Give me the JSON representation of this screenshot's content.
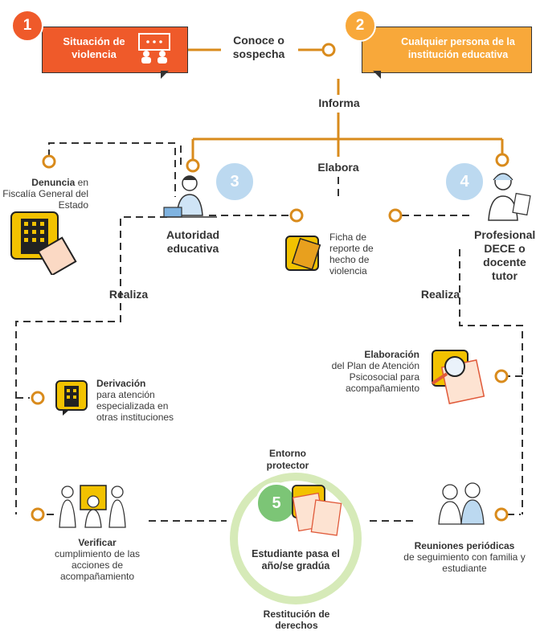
{
  "step1": {
    "number": "1",
    "label": "Situación de violencia"
  },
  "step2": {
    "number": "2",
    "label": "Cualquier persona de la institución educativa"
  },
  "connector_1_2": "Conoce o sospecha",
  "informa": "Informa",
  "elabora": "Elabora",
  "step3": {
    "number": "3",
    "label": "Autoridad educativa"
  },
  "step4": {
    "number": "4",
    "label": "Profesional DECE o docente tutor"
  },
  "step5": {
    "number": "5",
    "label": "Estudiante pasa el año/se gradúa"
  },
  "denuncia": {
    "bold": "Denuncia",
    "rest": " en Fiscalía General del Estado"
  },
  "ficha": "Ficha de reporte de hecho de violencia",
  "realiza_left": "Realiza",
  "realiza_right": "Realiza",
  "derivacion": {
    "bold": "Derivación",
    "rest": "para atención especializada en otras instituciones"
  },
  "elaboracion": {
    "bold": "Elaboración",
    "rest": "del Plan de Atención Psicosocial para acompañamiento"
  },
  "verificar": {
    "bold": "Verificar",
    "rest": "cumplimiento de las acciones de acompañamiento"
  },
  "reuniones": {
    "bold": "Reuniones periódicas",
    "rest": "de seguimiento con familia y estudiante"
  },
  "entorno": "Entorno protector",
  "restitucion": "Restitución de derechos",
  "colors": {
    "orange_line": "#d98b1c",
    "red": "#ef5a2a",
    "orange": "#f8a83a",
    "blue_circle": "#bcd9f0",
    "green_circle": "#7cc576",
    "green_ring": "#d6eab8",
    "yellow": "#f2c200"
  }
}
